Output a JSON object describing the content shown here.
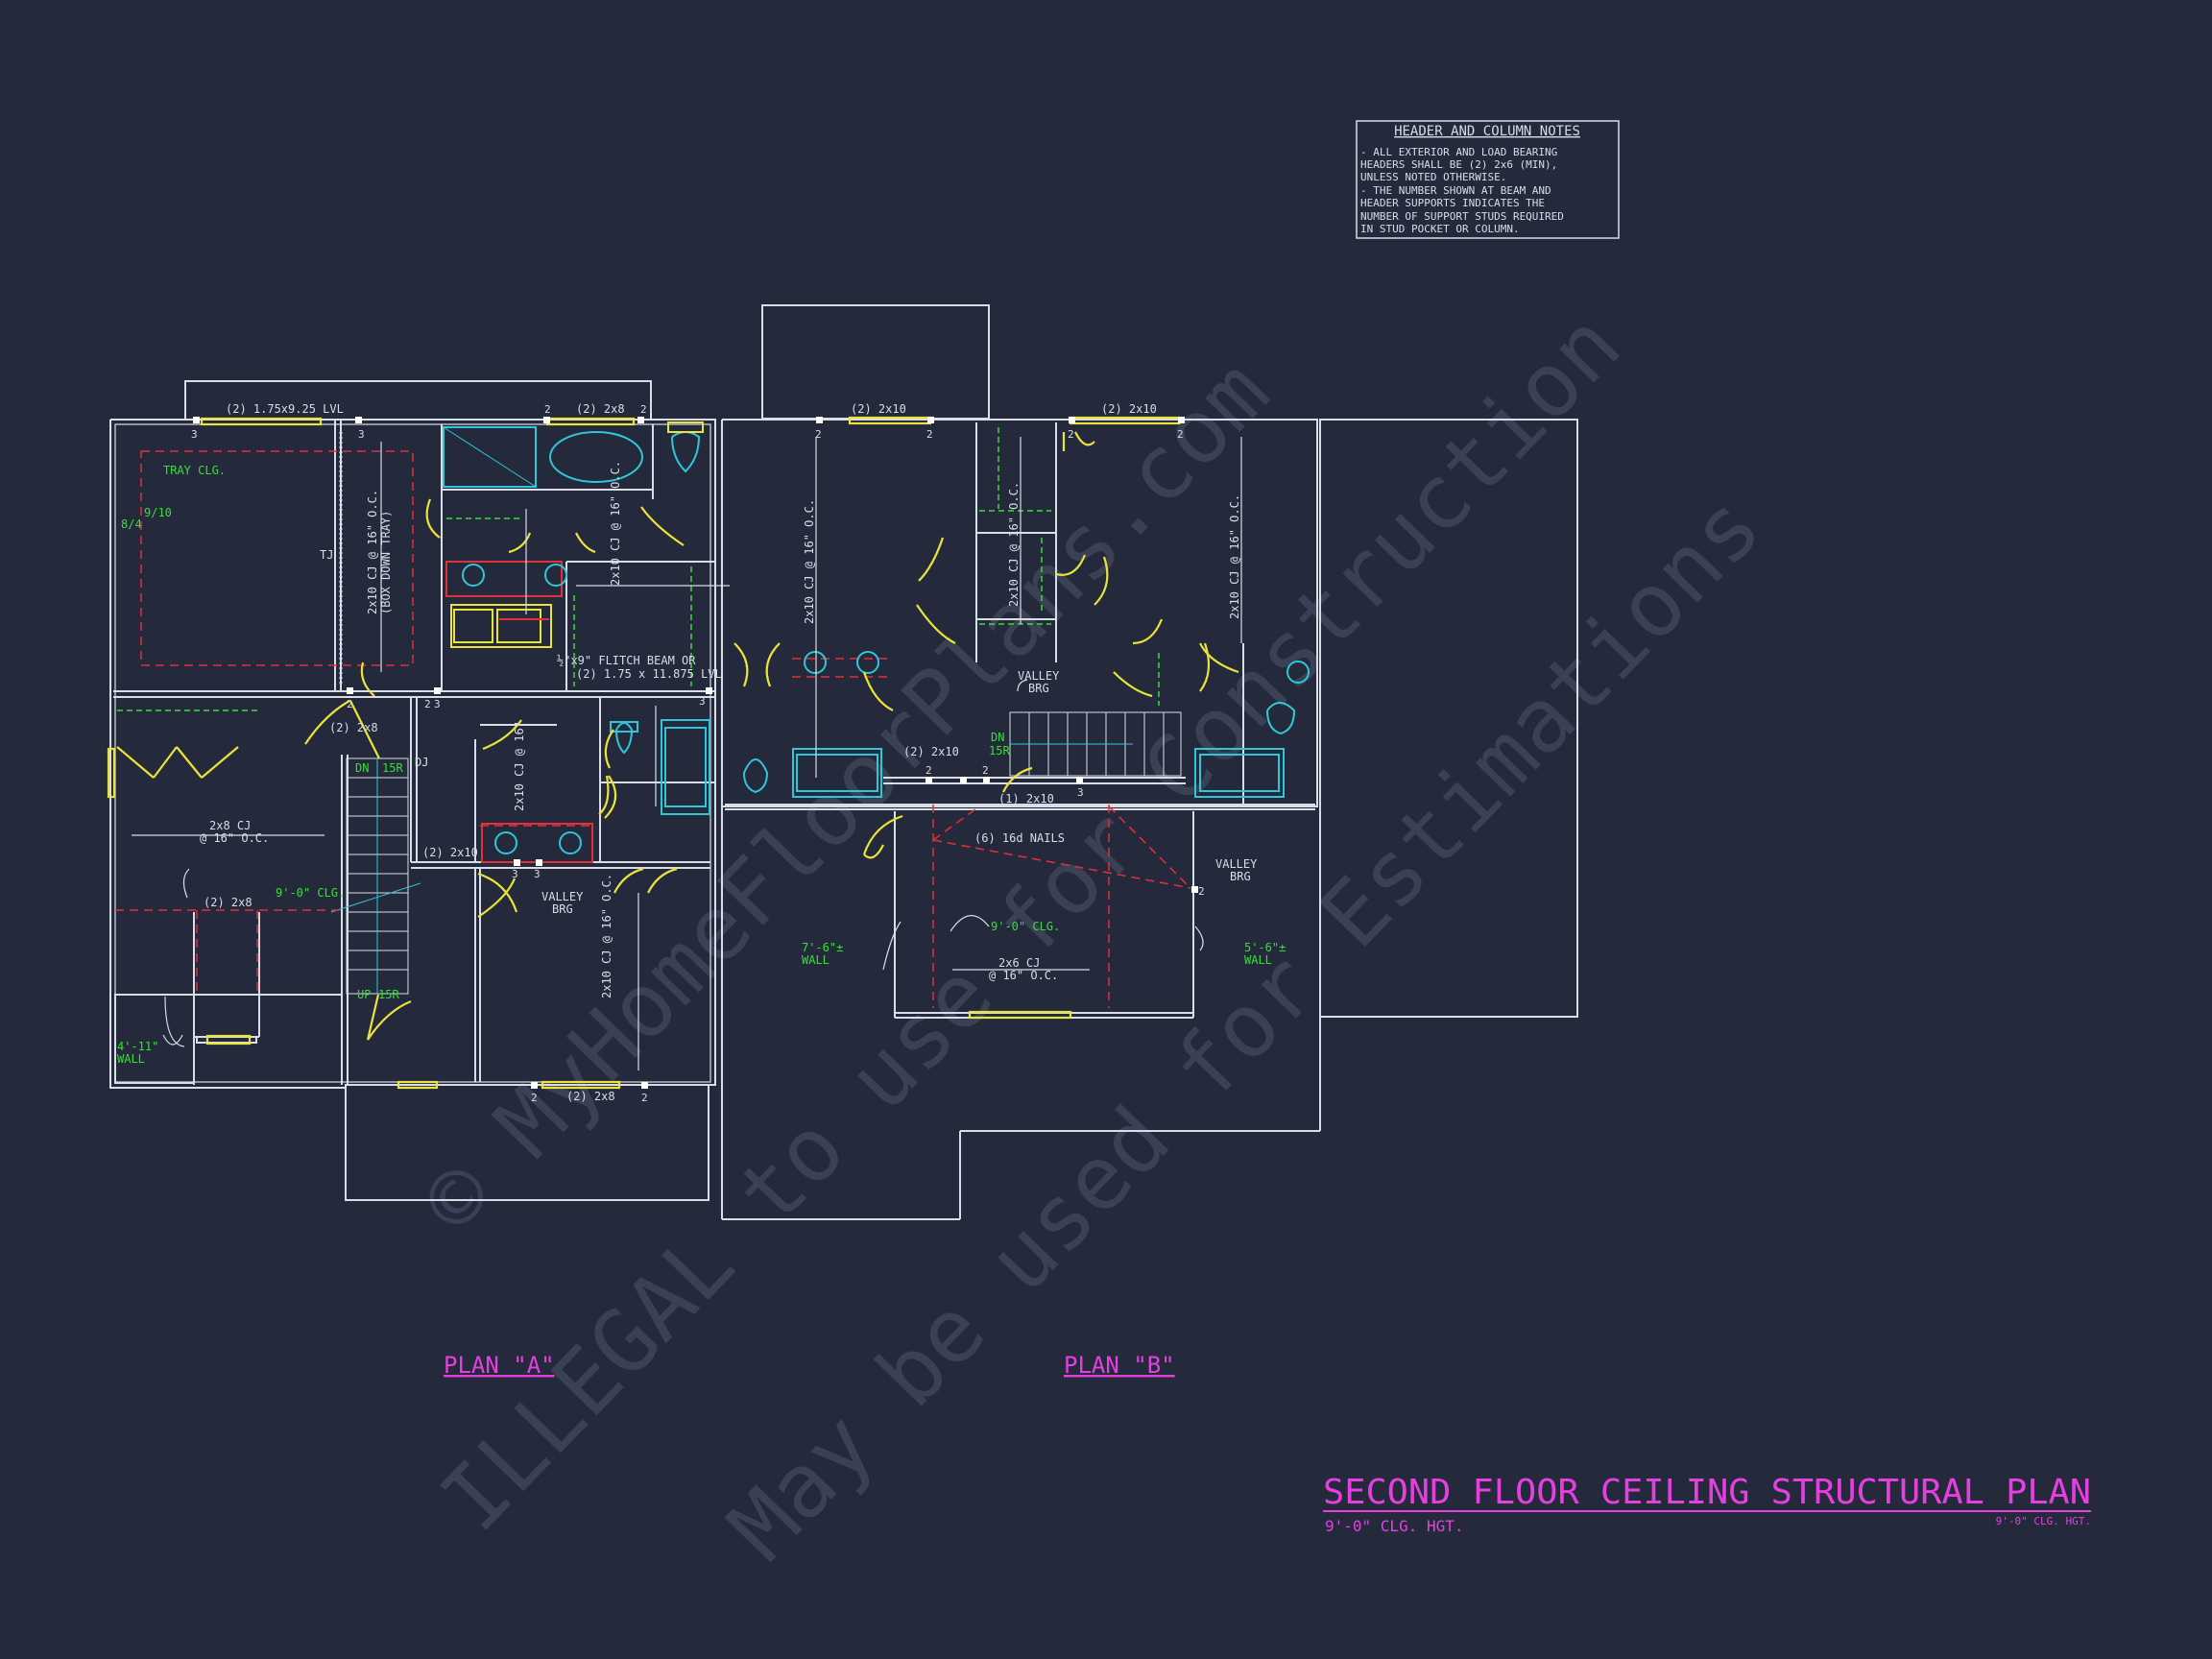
{
  "notes": {
    "heading": "HEADER AND COLUMN NOTES",
    "lines": [
      "- ALL EXTERIOR AND LOAD BEARING",
      "HEADERS SHALL BE (2) 2x6 (MIN),",
      "UNLESS NOTED OTHERWISE.",
      "- THE NUMBER SHOWN AT BEAM AND",
      "HEADER SUPPORTS INDICATES THE",
      "NUMBER OF SUPPORT STUDS REQUIRED",
      "IN STUD POCKET OR COLUMN."
    ]
  },
  "sheet": {
    "title": "SECOND FLOOR CEILING STRUCTURAL PLAN",
    "subtitle_left": "9'-0\" CLG. HGT.",
    "subtitle_right": "9'-0\" CLG. HGT."
  },
  "watermark": {
    "line1": "© MyHomeFloorPlans.com",
    "line2": "ILLEGAL to use for Construction",
    "line3": "May be used for Estimations"
  },
  "plan_a": {
    "label": "PLAN \"A\"",
    "labels": {
      "top_header": "(2) 1.75x9.25 LVL",
      "header_2x8_top": "(2) 2x8",
      "tray": "TRAY CLG.",
      "pitch_a": "9/10",
      "pitch_b": "8/4",
      "tj": "TJ",
      "cj_box": "2x10 CJ @ 16\" O.C.",
      "box_down": "(BOX DOWN TRAY)",
      "cj_bath": "2x10 CJ @ 16\" O.C.",
      "flitch1": "½\"x9\" FLITCH BEAM OR",
      "flitch2": "(2) 1.75 x 11.875 LVL",
      "h2x8_hall": "(2) 2x8",
      "dn": "DN",
      "br_dn": "15R",
      "dj": "DJ",
      "cj_closet": "2x10 CJ @ 16\"",
      "cj_room1": "2x8 CJ",
      "cj_room2": "@ 16\" O.C.",
      "h2x8_room": "(2) 2x8",
      "clg": "9'-0\" CLG.",
      "h2x10_hall": "(2) 2x10",
      "valley1": "VALLEY",
      "valley2": "BRG",
      "cj_br": "2x10 CJ @ 16\" O.C.",
      "up": "UP",
      "br_up": "15R",
      "wall1": "4'-11\"",
      "wall2": "WALL",
      "h2x8_bottom": "(2) 2x8"
    }
  },
  "plan_b": {
    "label": "PLAN \"B\"",
    "labels": {
      "h2x10_left": "(2) 2x10",
      "h2x10_right": "(2) 2x10",
      "cj_left": "2x10 CJ @ 16\" O.C.",
      "cj_mid": "2x10 CJ @ 16\" O.C.",
      "cj_right": "2x10 CJ @ 16\" O.C.",
      "valley_top1": "VALLEY",
      "valley_top2": "BRG",
      "dn": "DN",
      "br": "15R",
      "h2x10_stair": "(2) 2x10",
      "h2x10_mid": "(1) 2x10",
      "nails": "(6) 16d NAILS",
      "clg": "9'-0\" CLG.",
      "cj_room1": "2x6 CJ",
      "cj_room2": "@ 16\" O.C.",
      "valley_r1": "VALLEY",
      "valley_r2": "BRG",
      "wall_l1": "7'-6\"±",
      "wall_l2": "WALL",
      "wall_r1": "5'-6\"±",
      "wall_r2": "WALL"
    }
  },
  "colors": {
    "background": "#242a3c",
    "wall": "#d9dde6",
    "cyan": "#2fc7d8",
    "yellow": "#e9e33a",
    "green": "#35e035",
    "magenta": "#e63fe0",
    "red": "#e0303a"
  }
}
